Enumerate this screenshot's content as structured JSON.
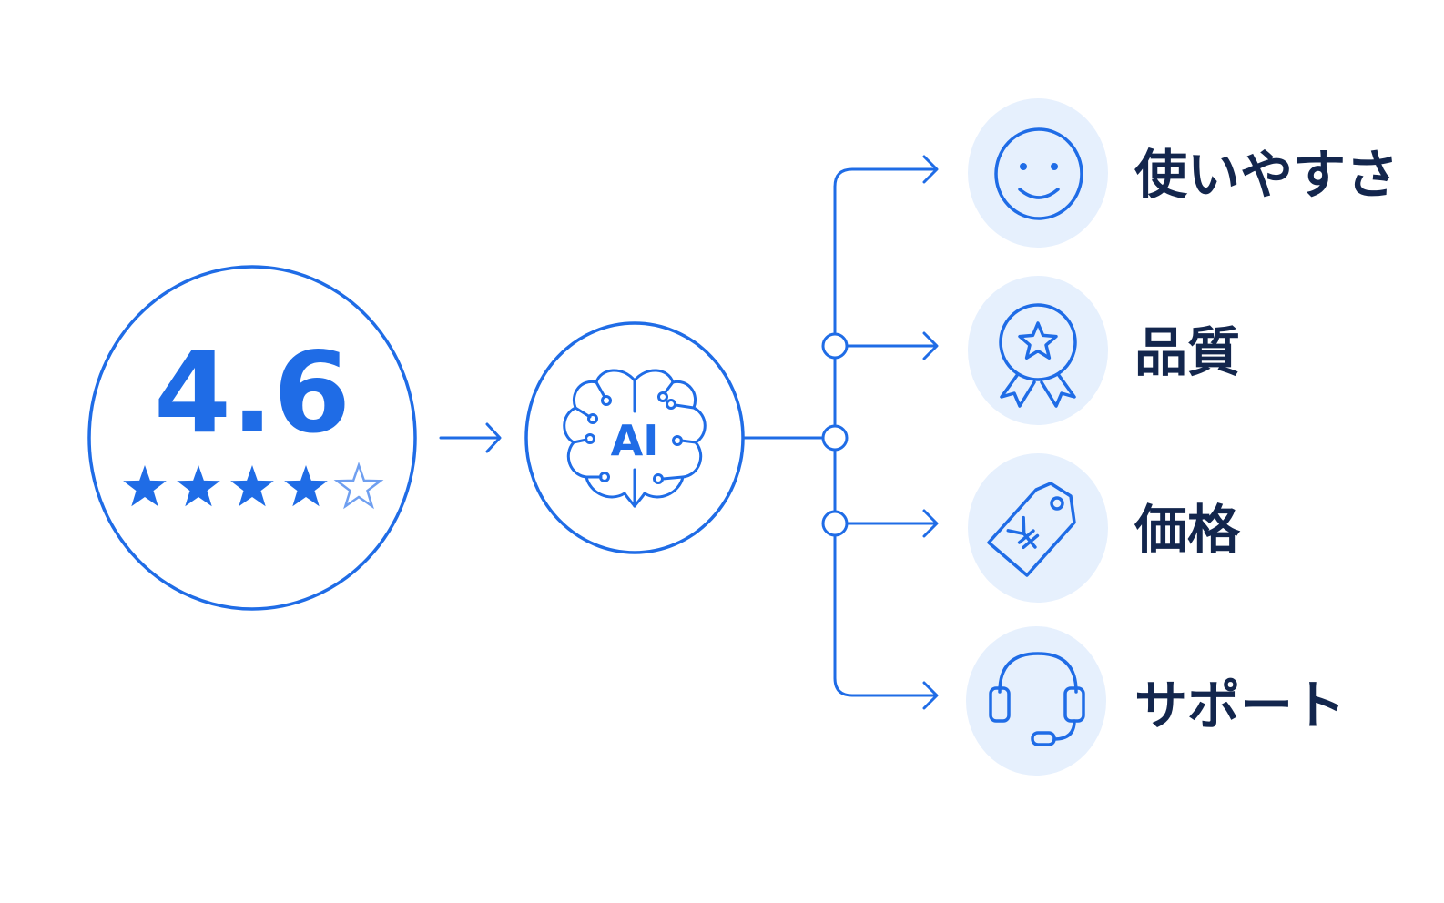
{
  "rating": {
    "score": "4.6",
    "stars": "4 of 5",
    "stars_value": 4
  },
  "ai": {
    "label": "AI"
  },
  "categories": [
    {
      "label": "使いやすさ",
      "icon": "smiley-face-icon"
    },
    {
      "label": "品質",
      "icon": "award-ribbon-icon"
    },
    {
      "label": "価格",
      "icon": "yen-price-tag-icon"
    },
    {
      "label": "サポート",
      "icon": "headset-icon"
    }
  ],
  "colors": {
    "primary": "#1f6ce6",
    "icon_bg": "#e6f0fd",
    "text_dark": "#13264d"
  }
}
